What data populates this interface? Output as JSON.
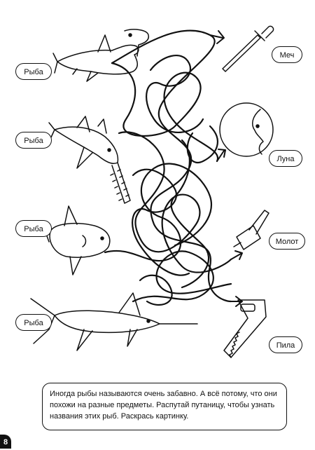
{
  "labels_left": [
    "Рыба",
    "Рыба",
    "Рыба",
    "Рыба"
  ],
  "labels_right": [
    "Меч",
    "Луна",
    "Молот",
    "Пила"
  ],
  "instruction": "Иногда рыбы называются очень забавно. А всё потому, что они похожи на разные предметы. Распутай путаницу, чтобы узнать названия этих рыб. Раскрась картинку.",
  "page_number": "8",
  "icons": [
    "hammerhead-shark-icon",
    "sawfish-icon",
    "sunfish-icon",
    "swordfish-icon",
    "sword-icon",
    "moon-icon",
    "hammer-icon",
    "saw-icon"
  ]
}
